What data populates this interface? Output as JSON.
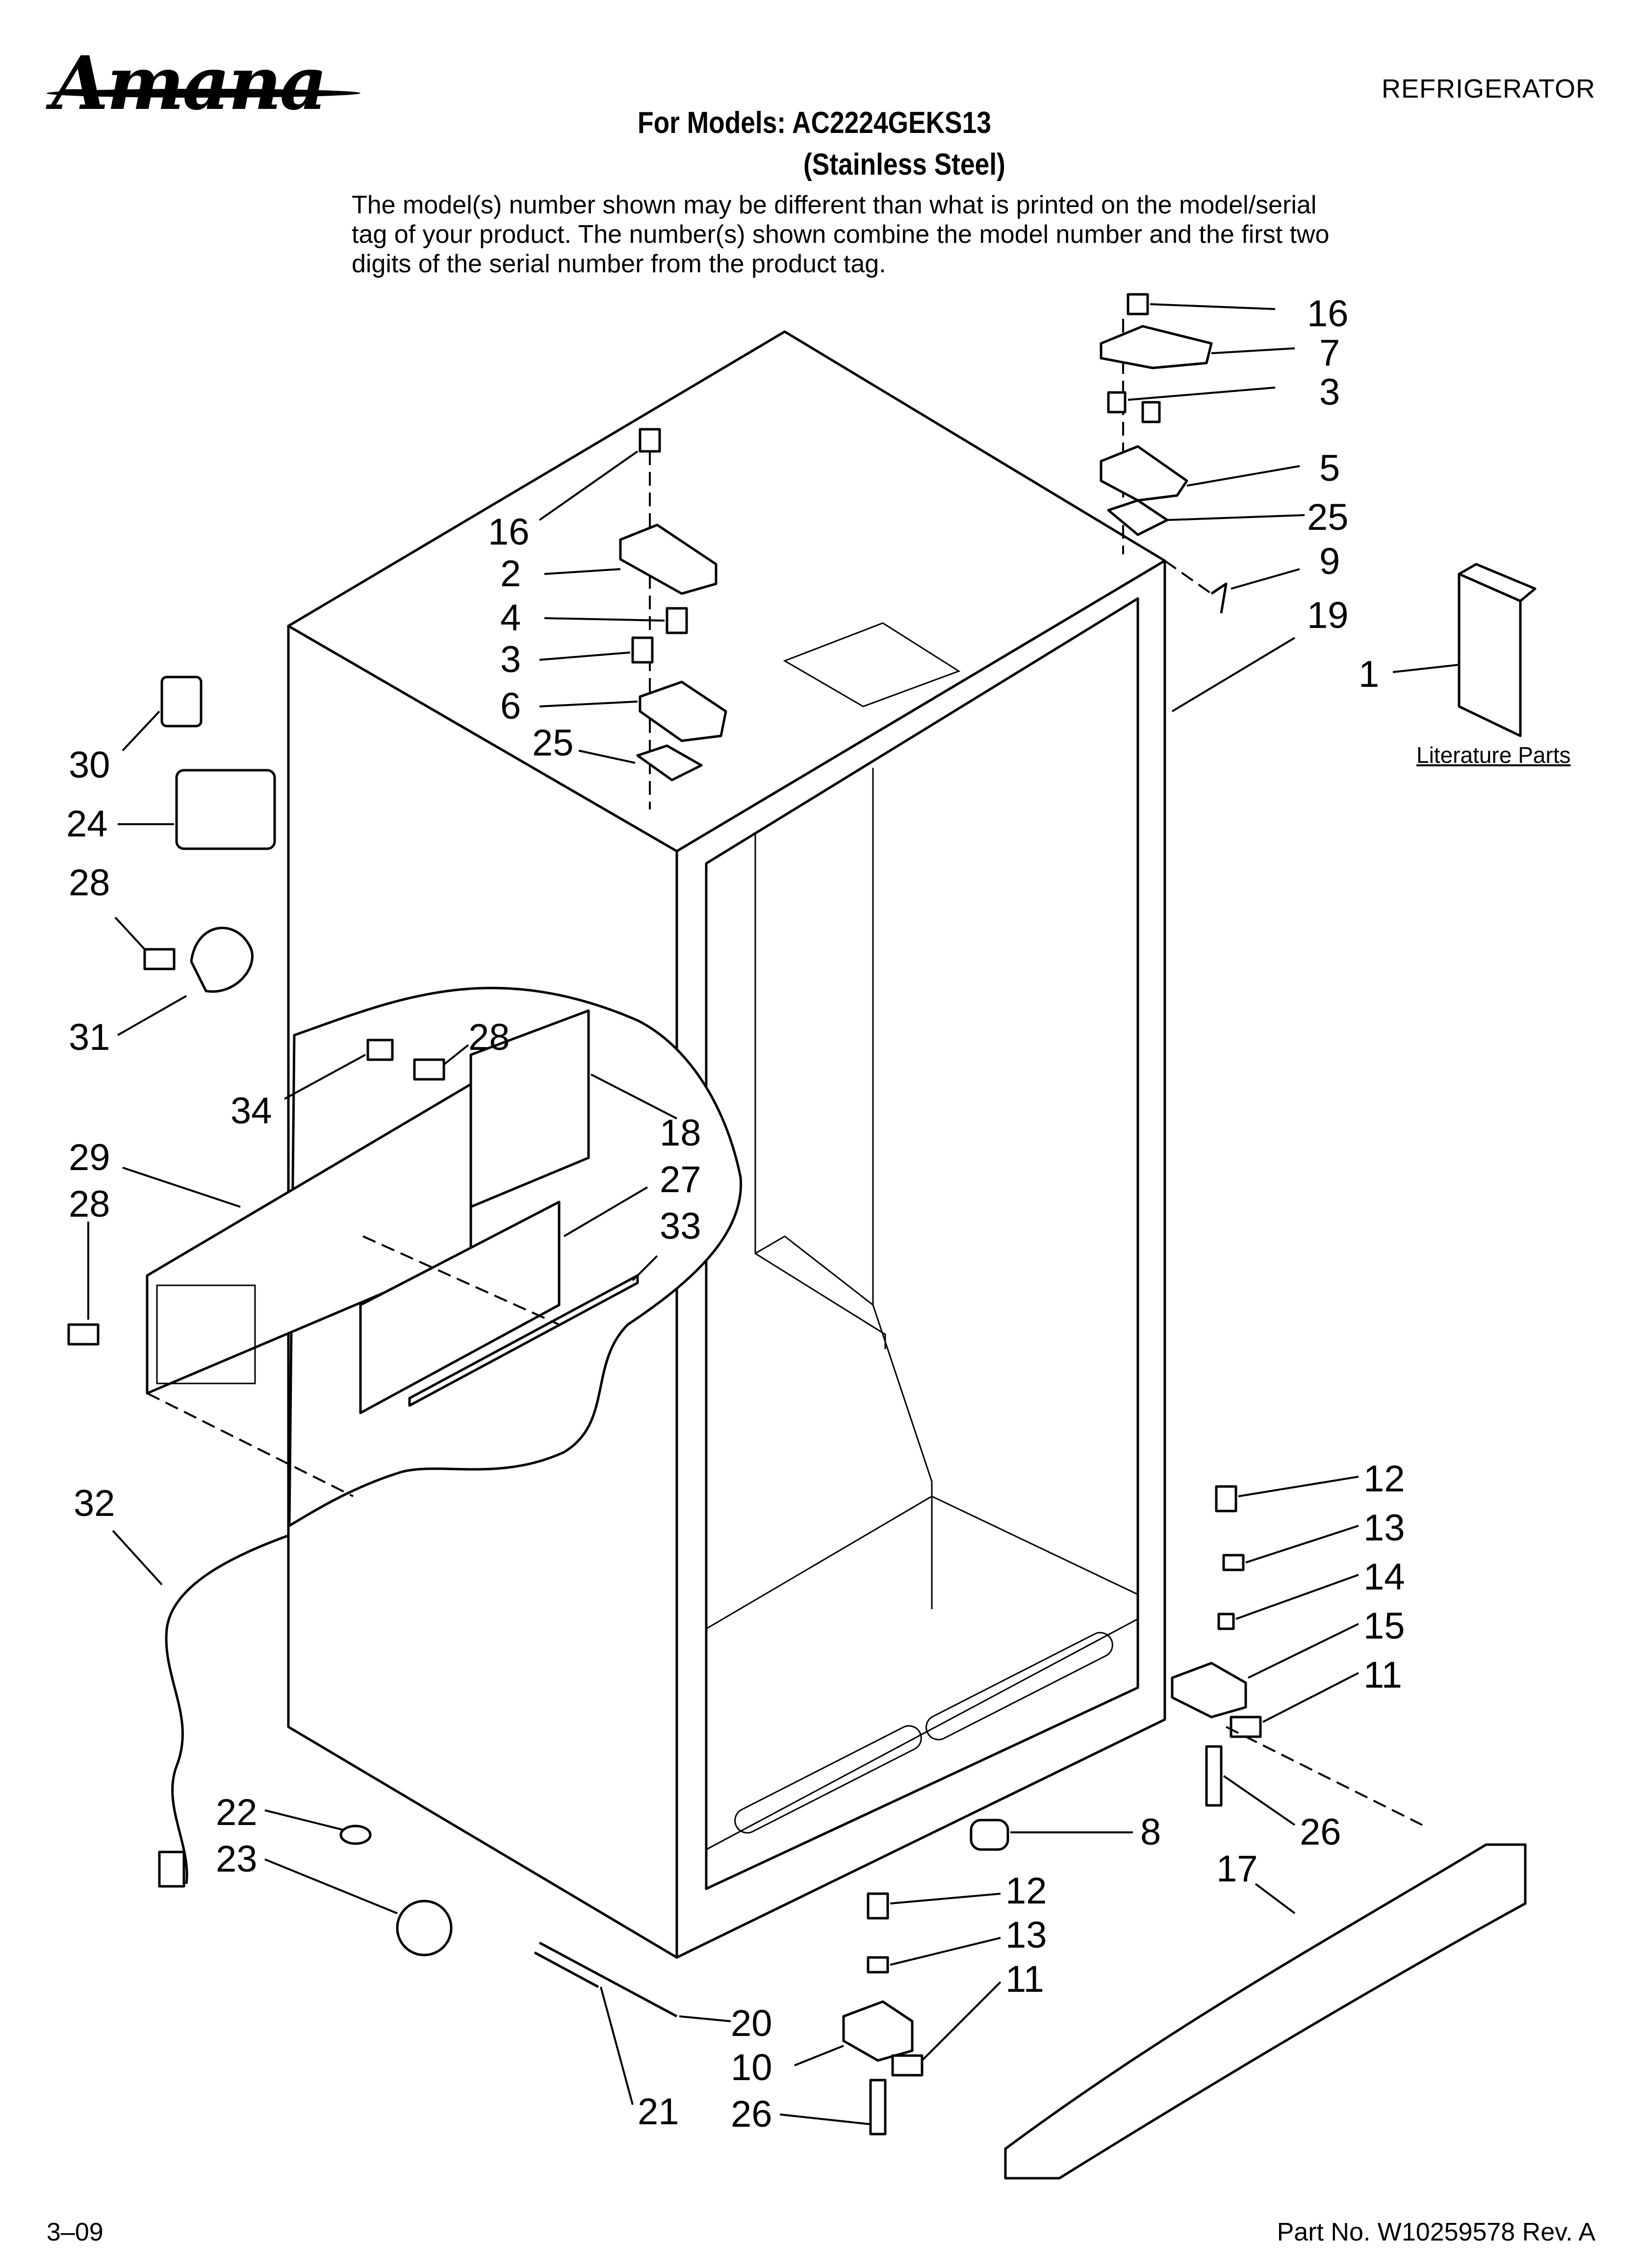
{
  "header": {
    "brand": "Amana",
    "document_type": "REFRIGERATOR",
    "model_line": "For Models: AC2224GEKS13",
    "model_variant": "(Stainless Steel)",
    "disclaimer": "The model(s) number shown may be different than what is printed on the model/serial tag of your product. The number(s) shown combine the model number and the first two digits of the serial number from the product tag."
  },
  "literature": {
    "label": "Literature Parts",
    "callout": "1"
  },
  "callouts": {
    "c16a": "16",
    "c7": "7",
    "c3a": "3",
    "c5": "5",
    "c25a": "25",
    "c9": "9",
    "c19": "19",
    "c16b": "16",
    "c2": "2",
    "c4": "4",
    "c3b": "3",
    "c6": "6",
    "c25b": "25",
    "c30": "30",
    "c24": "24",
    "c28a": "28",
    "c31": "31",
    "c28b": "28",
    "c34": "34",
    "c18": "18",
    "c29": "29",
    "c28c": "28",
    "c27": "27",
    "c33": "33",
    "c12a": "12",
    "c13a": "13",
    "c14": "14",
    "c15": "15",
    "c11a": "11",
    "c26a": "26",
    "c32": "32",
    "c22": "22",
    "c23": "23",
    "c8": "8",
    "c17": "17",
    "c12b": "12",
    "c13b": "13",
    "c11b": "11",
    "c20": "20",
    "c21": "21",
    "c10": "10",
    "c26b": "26"
  },
  "footer": {
    "date": "3–09",
    "part_number": "Part No. W10259578 Rev. A"
  }
}
